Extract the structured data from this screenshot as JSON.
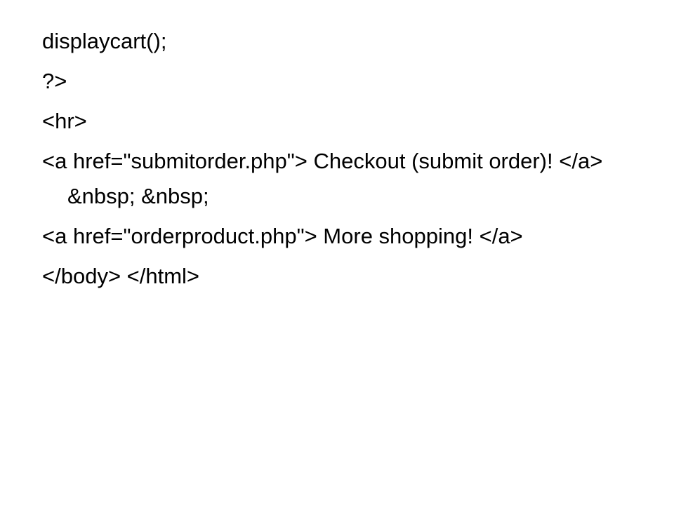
{
  "slide": {
    "lines": [
      "displaycart();",
      "?>",
      "<hr>",
      "<a href=\"submitorder.php\"> Checkout (submit order)! </a> &nbsp; &nbsp;",
      "<a href=\"orderproduct.php\"> More shopping! </a>",
      "</body> </html>"
    ]
  }
}
